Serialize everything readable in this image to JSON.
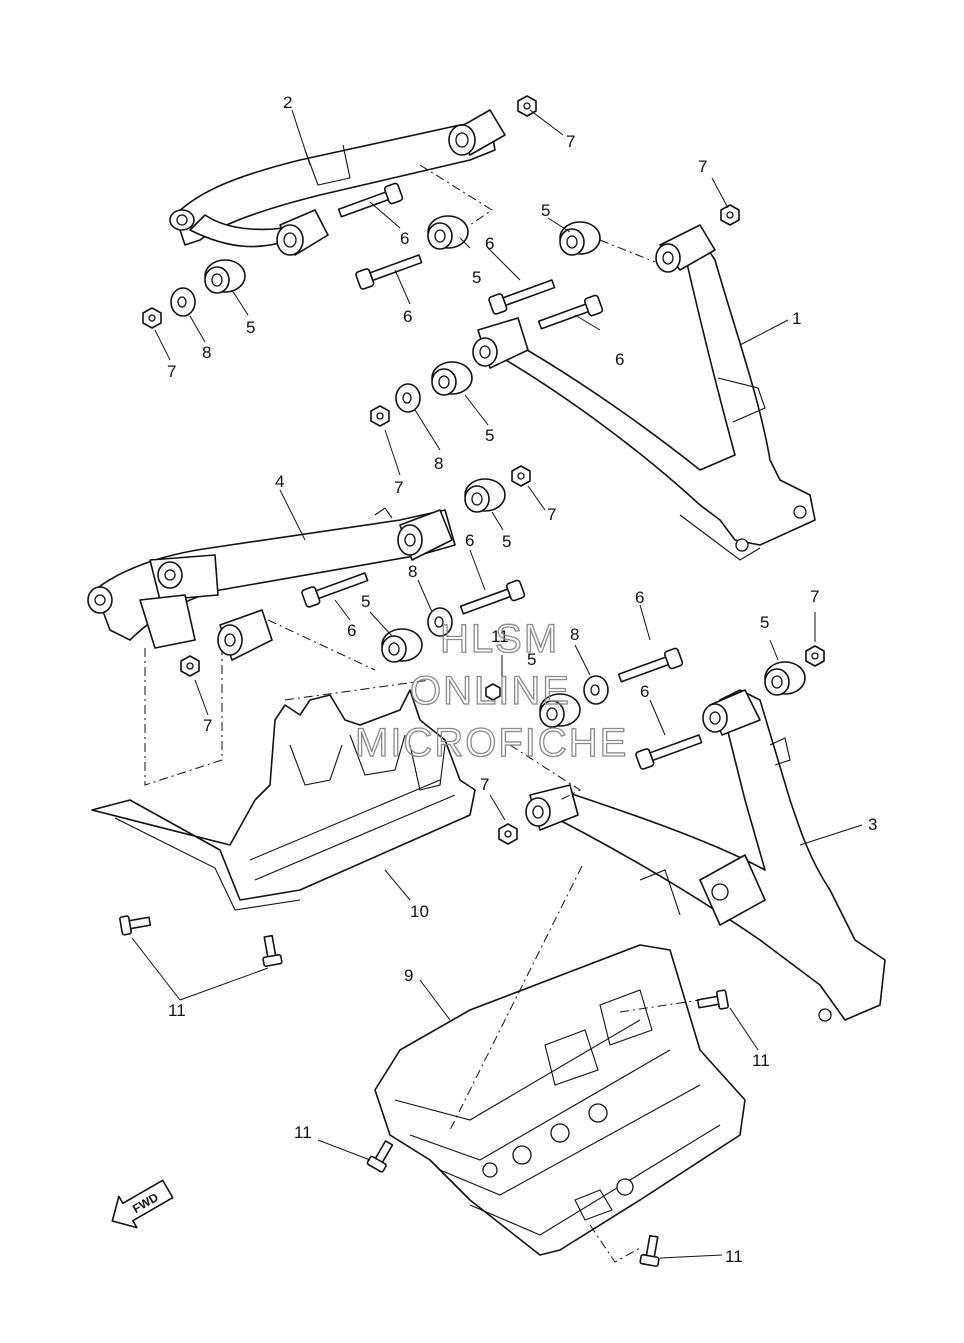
{
  "callouts": {
    "c1": "1",
    "c2": "2",
    "c3": "3",
    "c4": "4",
    "c5a": "5",
    "c5b": "5",
    "c5c": "5",
    "c5d": "5",
    "c5e": "5",
    "c5f": "5",
    "c5g": "5",
    "c5h": "5",
    "c6a": "6",
    "c6b": "6",
    "c6c": "6",
    "c6d": "6",
    "c6e": "6",
    "c6f": "6",
    "c6g": "6",
    "c6h": "6",
    "c7a": "7",
    "c7b": "7",
    "c7c": "7",
    "c7d": "7",
    "c7e": "7",
    "c7f": "7",
    "c7g": "7",
    "c7h": "7",
    "c8a": "8",
    "c8b": "8",
    "c8c": "8",
    "c8d": "8",
    "c9": "9",
    "c10": "10",
    "c11a": "11",
    "c11b": "11",
    "c11c": "11",
    "c11d": "11",
    "c11e": "11"
  },
  "watermark": {
    "line1": "HLSM",
    "line2": "ONLINE",
    "line3": "MICROFICHE"
  },
  "fwd_label": "FWD"
}
